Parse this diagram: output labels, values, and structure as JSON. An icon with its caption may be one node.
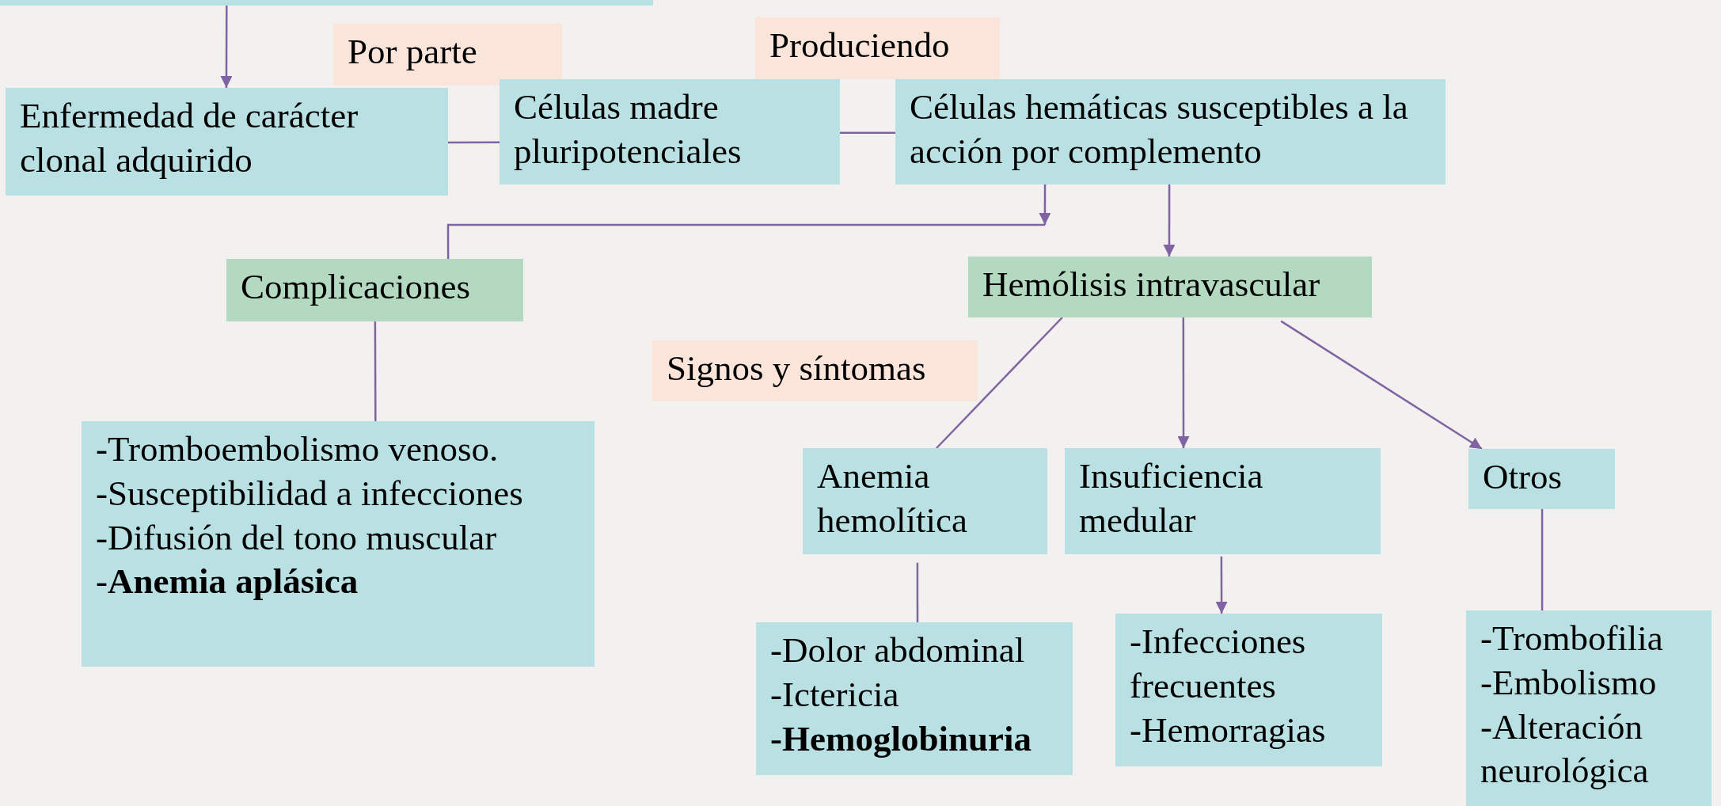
{
  "diagram": {
    "nodes": [
      {
        "text": [],
        "shape": "box"
      },
      {
        "text": [
          "Por parte"
        ]
      },
      {
        "text": [
          "Produciendo"
        ]
      },
      {
        "text": [
          "Enfermedad de carácter clonal adquirido"
        ]
      },
      {
        "text": [
          "Células madre pluripotenciales"
        ]
      },
      {
        "text": [
          "Células hemáticas susceptibles a la acción por complemento"
        ]
      },
      {
        "text": [
          "Complicaciones"
        ]
      },
      {
        "text": [
          "Hemólisis intravascular"
        ]
      },
      {
        "text": [
          "Signos y síntomas"
        ]
      },
      {
        "text": [
          "-Tromboembolismo venoso.",
          "-Susceptibilidad a infecciones",
          "-Difusión del tono muscular",
          "-**Anemia aplásica**"
        ]
      },
      {
        "text": [
          "Anemia hemolítica"
        ]
      },
      {
        "text": [
          "Insuficiencia medular"
        ]
      },
      {
        "text": [
          "Otros"
        ]
      },
      {
        "text": [
          "-Dolor abdominal",
          "-Ictericia",
          "**-Hemoglobinuria**"
        ]
      },
      {
        "text": [
          "-Infecciones frecuentes",
          "-Hemorragias"
        ]
      },
      {
        "text": [
          "-Trombofilia",
          "-Embolismo",
          "-Alteración neurológica"
        ]
      }
    ],
    "edges": [
      {
        "from": 0,
        "to": 3,
        "arrow": "to"
      },
      {
        "from": 3,
        "to": 4,
        "arrow": "none"
      },
      {
        "from": 4,
        "to": 5,
        "arrow": "none"
      },
      {
        "from": 5,
        "to": 7,
        "arrow": "to"
      },
      {
        "from": null,
        "to": 6,
        "arrow": "none"
      },
      {
        "from": 5,
        "to": 7,
        "arrow": "to"
      },
      {
        "from": 6,
        "to": 9,
        "arrow": "none"
      },
      {
        "from": 7,
        "to": 10,
        "arrow": "none"
      },
      {
        "from": 7,
        "to": 11,
        "arrow": "to"
      },
      {
        "from": 7,
        "to": 12,
        "arrow": "to"
      },
      {
        "from": 10,
        "to": 13,
        "arrow": "none"
      },
      {
        "from": 11,
        "to": 14,
        "arrow": "to"
      },
      {
        "from": 12,
        "to": 15,
        "arrow": "none"
      }
    ]
  }
}
